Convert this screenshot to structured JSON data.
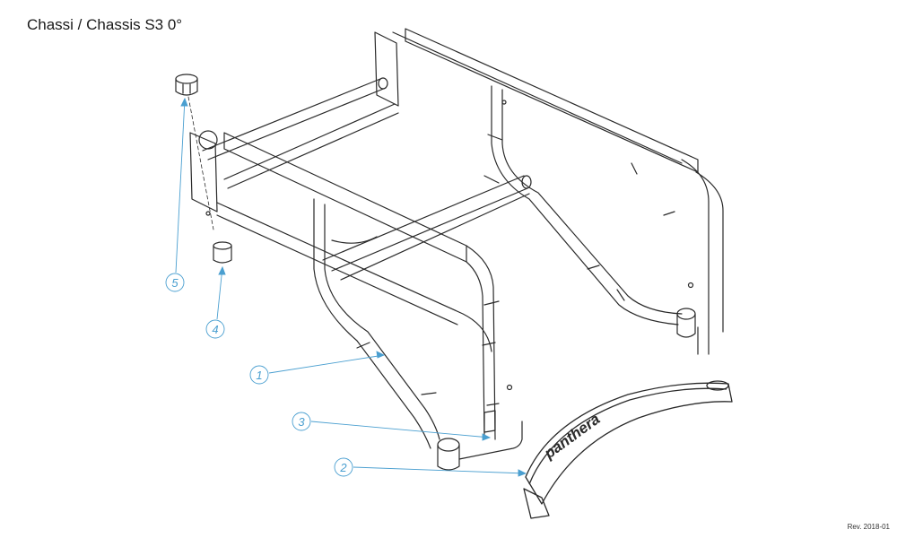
{
  "title": "Chassi / Chassis S3 0°",
  "revision": "Rev. 2018-01",
  "brand": "panthera",
  "colors": {
    "line": "#2a2a2a",
    "callout": "#4a9fd0",
    "background": "#ffffff"
  },
  "callouts": [
    {
      "label": "1"
    },
    {
      "label": "2"
    },
    {
      "label": "3"
    },
    {
      "label": "4"
    },
    {
      "label": "5"
    }
  ]
}
